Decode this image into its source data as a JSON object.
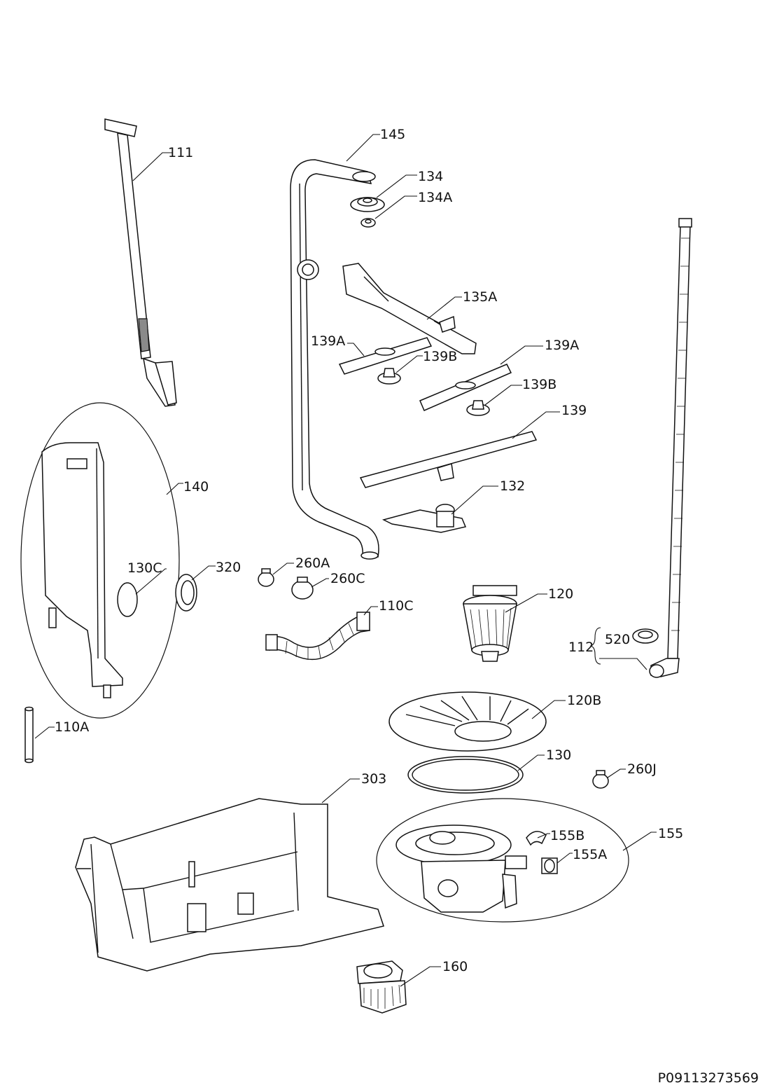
{
  "parts": {
    "p111": "111",
    "p145": "145",
    "p134": "134",
    "p134A": "134A",
    "p135A": "135A",
    "p139A_1": "139A",
    "p139B_1": "139B",
    "p139A_2": "139A",
    "p139B_2": "139B",
    "p139": "139",
    "p132": "132",
    "p140": "140",
    "p130C": "130C",
    "p320": "320",
    "p260A": "260A",
    "p260C": "260C",
    "p110C": "110C",
    "p120": "120",
    "p112": "112",
    "p520": "520",
    "p110A": "110A",
    "p120B": "120B",
    "p130": "130",
    "p260J": "260J",
    "p303": "303",
    "p155": "155",
    "p155B": "155B",
    "p155A": "155A",
    "p160": "160"
  },
  "document_code": "P09113273569"
}
